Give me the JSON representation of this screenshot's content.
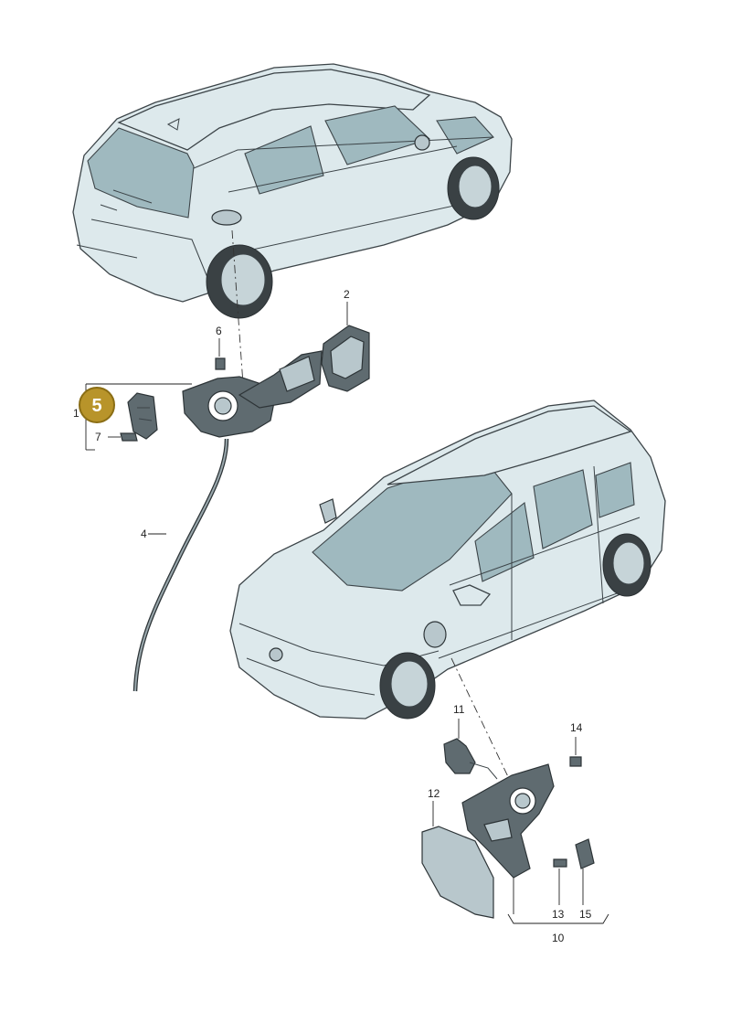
{
  "callouts": {
    "c1": "1",
    "c2": "2",
    "c4": "4",
    "c6": "6",
    "c7": "7",
    "c10": "10",
    "c11": "11",
    "c12": "12",
    "c13": "13",
    "c14": "14",
    "c15": "15"
  },
  "highlight": {
    "label": "5",
    "color": "#b8942a",
    "outline": "#8a6d14"
  },
  "colors": {
    "car_body": "#dde9ec",
    "glass": "#9fb9bf",
    "parts": "#5f6b70"
  }
}
